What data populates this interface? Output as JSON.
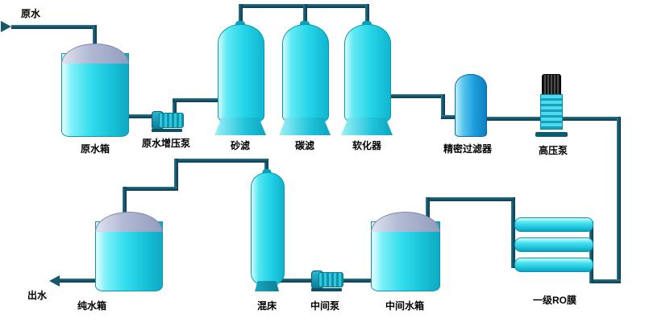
{
  "diagram": {
    "type": "process-flow",
    "flow_order": [
      "原水",
      "原水箱",
      "原水增压泵",
      "砂滤",
      "碳滤",
      "软化器",
      "精密过滤器",
      "高压泵",
      "一级RO膜",
      "中间水箱",
      "中间泵",
      "混床",
      "纯水箱",
      "出水"
    ]
  },
  "labels": {
    "inlet": "原水",
    "raw_tank": "原水箱",
    "booster_pump": "原水增压泵",
    "sand_filter": "砂滤",
    "carbon_filter": "碳滤",
    "softener": "软化器",
    "precision_filter": "精密过滤器",
    "hp_pump": "高压泵",
    "ro_membrane": "一级RO膜",
    "mid_tank": "中间水箱",
    "mid_pump": "中间泵",
    "mixed_bed": "混床",
    "pure_tank": "纯水箱",
    "outlet": "出水"
  },
  "colors": {
    "background": "#ffffff",
    "pipe": "#17566b",
    "vessel_cyan": "#27d6e8",
    "tank_dome_gray": "#a9b1cd",
    "precision_filter_blue": "#1e9fdc",
    "motor_black": "#1a1a1a",
    "label_text": "#000000"
  }
}
